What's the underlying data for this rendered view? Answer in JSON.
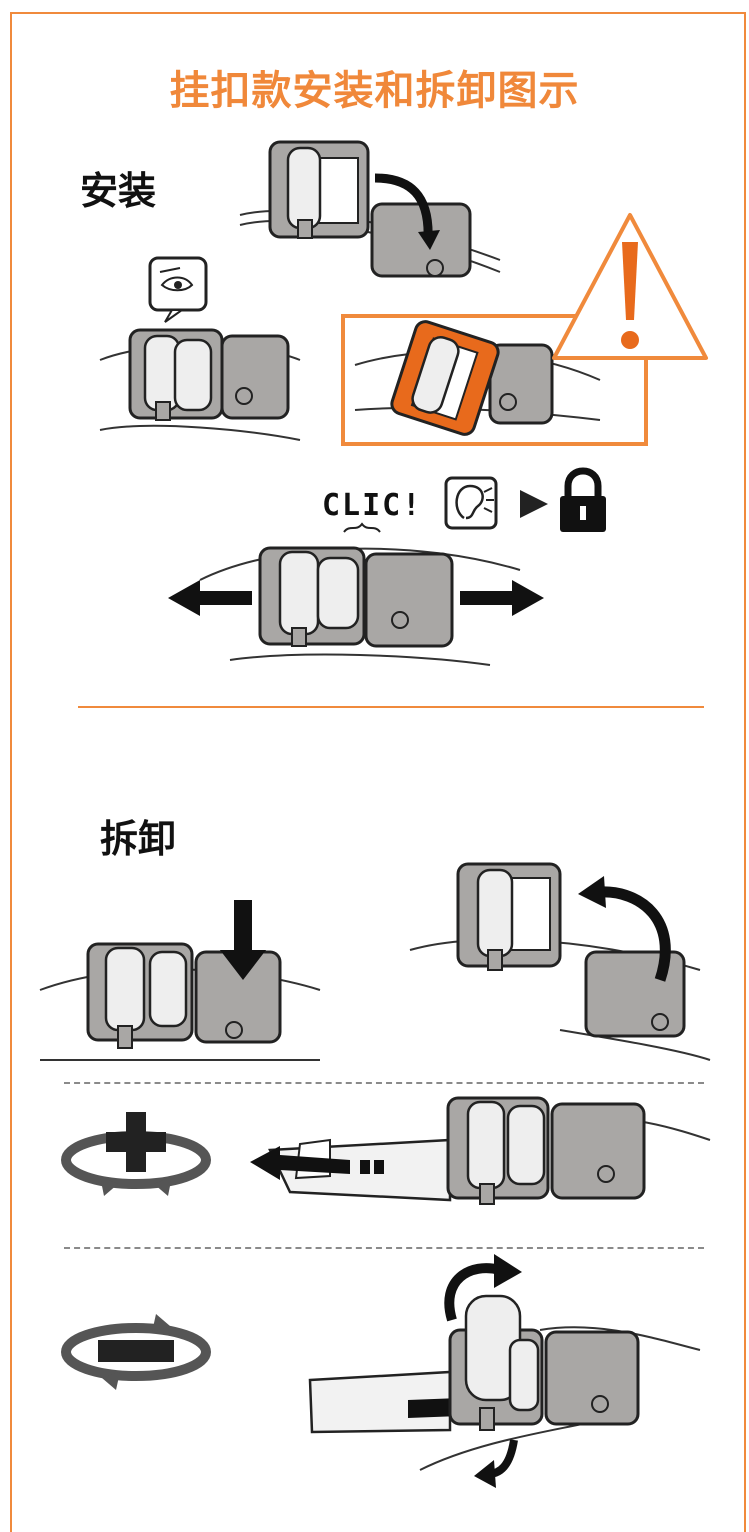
{
  "title": "挂扣款安装和拆卸图示",
  "sections": {
    "install": {
      "label": "安装"
    },
    "remove": {
      "label": "拆卸"
    }
  },
  "sound_text": "CLIC!",
  "colors": {
    "accent": "#f08a3c",
    "buckle_fill": "#a9a7a5",
    "warning_fill": "#e86a1c",
    "dark": "#111111"
  },
  "icons": [
    "eye-icon",
    "warning-icon",
    "ear-icon",
    "play-arrow-icon",
    "lock-icon",
    "tighten-icon",
    "loosen-icon"
  ]
}
